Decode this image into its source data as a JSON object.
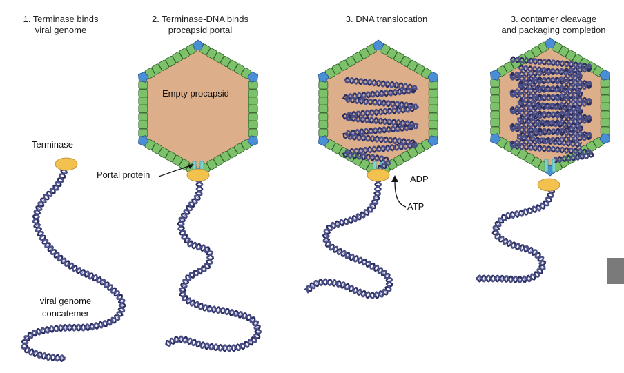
{
  "steps": [
    {
      "title_line1": "1. Terminase binds",
      "title_line2": "viral genome"
    },
    {
      "title_line1": "2. Terminase-DNA binds",
      "title_line2": "procapsid portal"
    },
    {
      "title_line1": "3. DNA translocation",
      "title_line2": ""
    },
    {
      "title_line1": "3. contamer cleavage",
      "title_line2": "and packaging completion"
    }
  ],
  "labels": {
    "terminase": "Terminase",
    "genome_line1": "viral genome",
    "genome_line2": "concatemer",
    "empty_procapsid": "Empty procapsid",
    "portal_protein": "Portal protein",
    "adp": "ADP",
    "atp": "ATP"
  },
  "colors": {
    "capsid_fill": "#dcae8a",
    "capsid_green": "#7dc26a",
    "capsid_blue": "#4a8fd6",
    "terminase": "#f2c14e",
    "portal": "#7fd3cf",
    "dna": "#4b4f88"
  },
  "icons": {
    "scroll": "scrollbar-thumb"
  }
}
